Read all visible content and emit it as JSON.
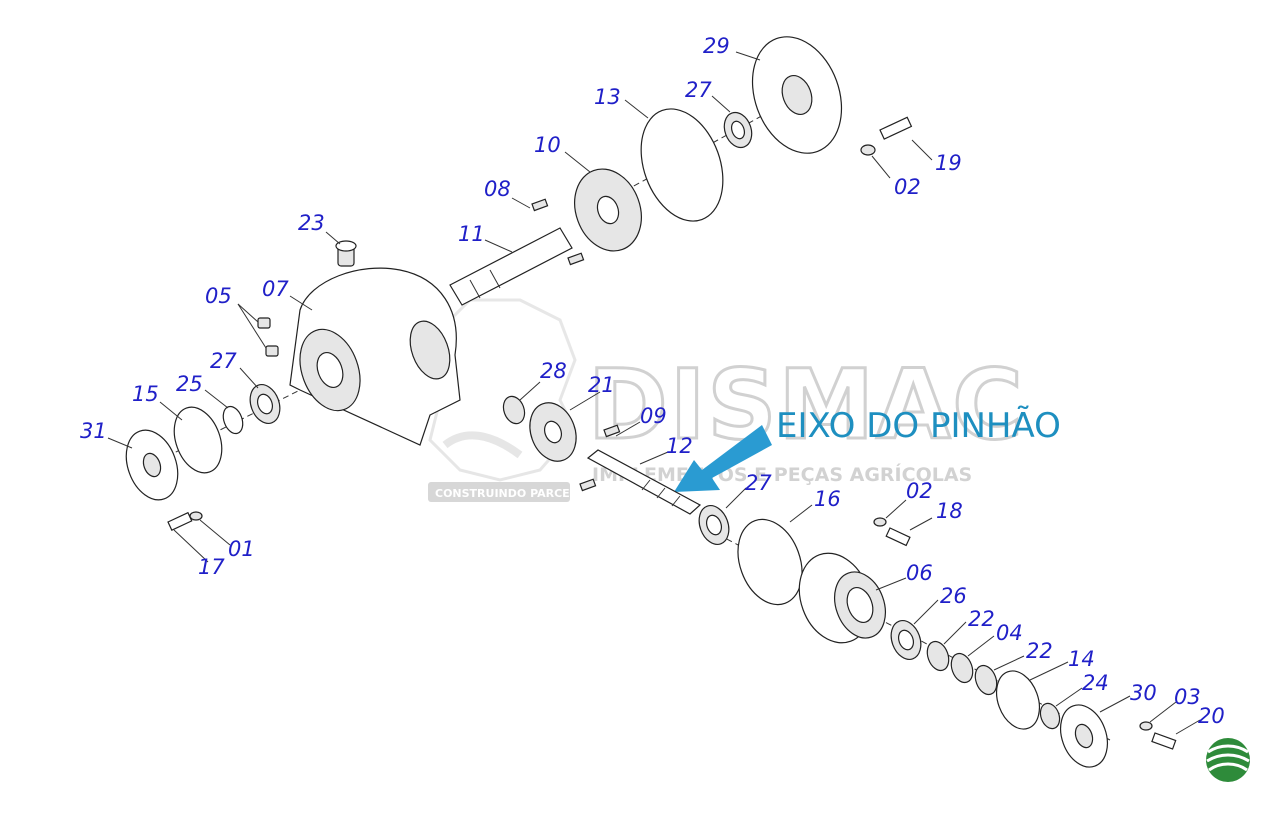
{
  "watermark": {
    "brand": "DISMAC",
    "subtitle": "IMPLEMENTOS E PEÇAS AGRÍCOLAS",
    "tagline": "CONSTRUINDO PARCERIAS"
  },
  "callout": {
    "text": "EIXO DO PINHÃO",
    "color": "#1e8fc0"
  },
  "label_color": "#2020c8",
  "parts": [
    {
      "id": "p29",
      "label": "29"
    },
    {
      "id": "p13",
      "label": "13"
    },
    {
      "id": "p27a",
      "label": "27"
    },
    {
      "id": "p19",
      "label": "19"
    },
    {
      "id": "p02a",
      "label": "02"
    },
    {
      "id": "p10",
      "label": "10"
    },
    {
      "id": "p08",
      "label": "08"
    },
    {
      "id": "p23",
      "label": "23"
    },
    {
      "id": "p11",
      "label": "11"
    },
    {
      "id": "p05",
      "label": "05"
    },
    {
      "id": "p07",
      "label": "07"
    },
    {
      "id": "p27b",
      "label": "27"
    },
    {
      "id": "p28",
      "label": "28"
    },
    {
      "id": "p21",
      "label": "21"
    },
    {
      "id": "p15",
      "label": "15"
    },
    {
      "id": "p25",
      "label": "25"
    },
    {
      "id": "p31",
      "label": "31"
    },
    {
      "id": "p09",
      "label": "09"
    },
    {
      "id": "p12",
      "label": "12"
    },
    {
      "id": "p27c",
      "label": "27"
    },
    {
      "id": "p16",
      "label": "16"
    },
    {
      "id": "p02b",
      "label": "02"
    },
    {
      "id": "p18",
      "label": "18"
    },
    {
      "id": "p01",
      "label": "01"
    },
    {
      "id": "p17",
      "label": "17"
    },
    {
      "id": "p06",
      "label": "06"
    },
    {
      "id": "p26",
      "label": "26"
    },
    {
      "id": "p22a",
      "label": "22"
    },
    {
      "id": "p04",
      "label": "04"
    },
    {
      "id": "p22b",
      "label": "22"
    },
    {
      "id": "p14",
      "label": "14"
    },
    {
      "id": "p24",
      "label": "24"
    },
    {
      "id": "p30",
      "label": "30"
    },
    {
      "id": "p03",
      "label": "03"
    },
    {
      "id": "p20",
      "label": "20"
    }
  ]
}
